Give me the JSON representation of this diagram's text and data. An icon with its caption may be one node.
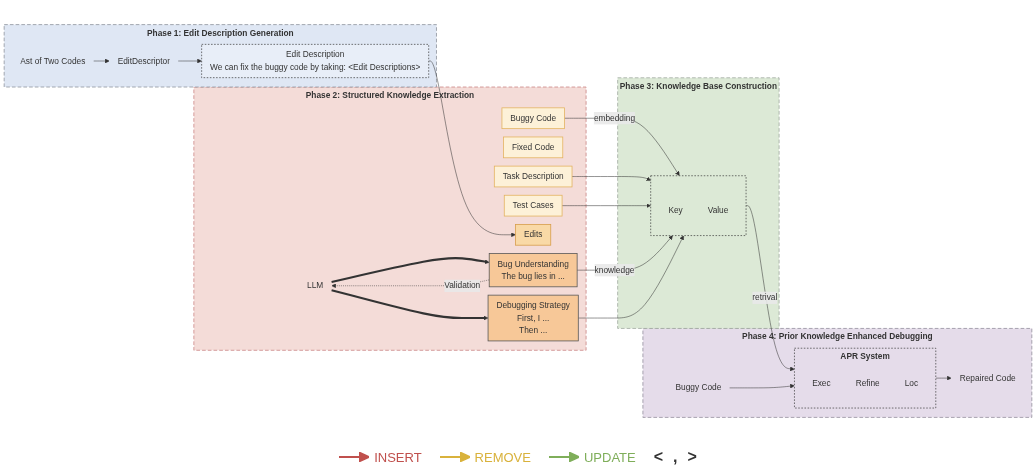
{
  "diagram": {
    "nodes": [
      {
        "text": [
          "Phase 1: Edit Description Generation"
        ]
      },
      {
        "text": [
          "Ast of Two Codes"
        ],
        "in": 0
      },
      {
        "text": [
          "EditDescriptor"
        ],
        "in": 0
      },
      {
        "text": [
          "Edit Description",
          "We can fix the buggy code by taking: <Edit Descriptions>"
        ],
        "in": 0
      },
      {
        "text": [
          "Phase 2: Structured Knowledge Extraction"
        ]
      },
      {
        "text": [
          "Buggy Code"
        ],
        "in": 4
      },
      {
        "text": [
          "Fixed Code"
        ],
        "in": 4
      },
      {
        "text": [
          "Task Description"
        ],
        "in": 4
      },
      {
        "text": [
          "Test Cases"
        ],
        "in": 4
      },
      {
        "text": [
          "Edits"
        ],
        "in": 4
      },
      {
        "text": [
          "LLM"
        ],
        "in": 4
      },
      {
        "text": [
          "Bug Understanding",
          "The bug lies in ..."
        ],
        "in": 4
      },
      {
        "text": [
          "Debugging Strategy",
          "First, I ...",
          "Then ..."
        ],
        "in": 4
      },
      {
        "text": [
          "Phase 3: Knowledge Base Construction"
        ]
      },
      {
        "text": [],
        "shape": "box",
        "in": 13
      },
      {
        "text": [
          "Key"
        ],
        "in": 14
      },
      {
        "text": [
          "Value"
        ],
        "in": 14
      },
      {
        "text": [
          "Phase 4: Prior Knowledge Enhanced Debugging"
        ]
      },
      {
        "text": [
          "Repaired Code"
        ],
        "in": 17
      },
      {
        "text": [
          "APR System"
        ],
        "in": 17
      },
      {
        "text": [
          "Exec"
        ],
        "in": 19
      },
      {
        "text": [
          "Refine"
        ],
        "in": 19
      },
      {
        "text": [
          "Loc"
        ],
        "in": 19
      },
      {
        "text": [
          "Buggy Code"
        ],
        "in": 17
      }
    ],
    "edges": [
      {
        "from": 1,
        "to": 2,
        "arrow": "to"
      },
      {
        "from": 2,
        "to": 3,
        "arrow": "to"
      },
      {
        "from": 3,
        "to": 9,
        "arrow": "to"
      },
      {
        "from": 5,
        "to": 14,
        "arrow": "to",
        "label": "embedding"
      },
      {
        "from": 7,
        "to": 14,
        "arrow": "to"
      },
      {
        "from": 8,
        "to": 14,
        "arrow": "to"
      },
      {
        "from": 10,
        "to": 11,
        "arrow": "to",
        "style": "thick"
      },
      {
        "from": 10,
        "to": 12,
        "arrow": "to",
        "style": "thick"
      },
      {
        "from": 11,
        "to": 10,
        "arrow": "to",
        "style": "dashed",
        "label": "Validation"
      },
      {
        "from": 11,
        "to": 14,
        "arrow": "to",
        "label": "knowledge"
      },
      {
        "from": 12,
        "to": 14,
        "arrow": "to"
      },
      {
        "from": 14,
        "to": 19,
        "arrow": "to",
        "label": "retrival"
      },
      {
        "from": 23,
        "to": 19,
        "arrow": "to"
      },
      {
        "from": 19,
        "to": 18,
        "arrow": "to"
      }
    ],
    "labels": [
      "<",
      ",",
      ">"
    ],
    "legend": [
      {
        "text": "INSERT"
      },
      {
        "text": "REMOVE"
      },
      {
        "text": "UPDATE"
      }
    ]
  }
}
